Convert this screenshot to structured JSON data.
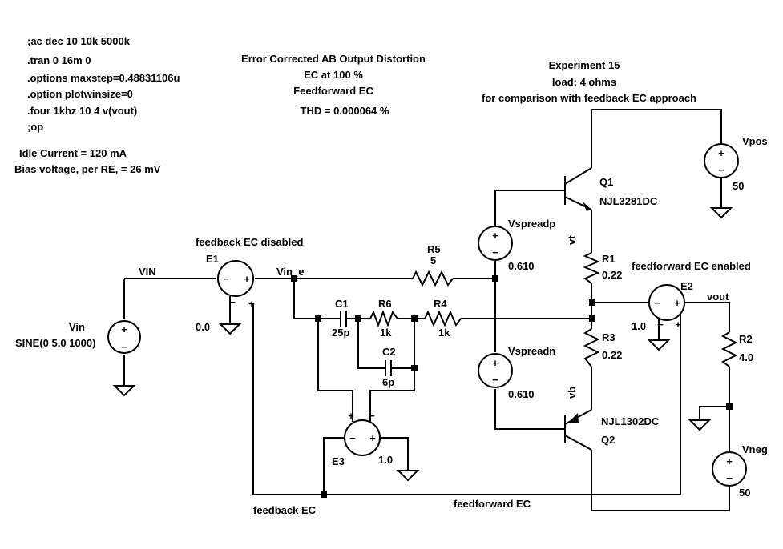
{
  "directives": [
    ";ac dec 10 10k 5000k",
    ".tran 0 16m 0",
    ".options maxstep=0.48831106u",
    ".option plotwinsize=0",
    ".four 1khz 10 4 v(vout)",
    ";op"
  ],
  "idle_current": "Idle Current = 120 mA",
  "bias_voltage": "Bias voltage, per RE, = 26 mV",
  "title": {
    "line1": "Error Corrected AB Output Distortion",
    "line2": "EC at 100 %",
    "line3": "Feedforward EC",
    "thd": "THD = 0.000064 %"
  },
  "experiment": {
    "line1": "Experiment 15",
    "line2": "load: 4 ohms",
    "line3": "for comparison with feedback EC approach"
  },
  "nets": {
    "vin": "VIN",
    "vin_e": "Vin_e",
    "vout": "vout",
    "vt": "vt",
    "vb": "vb"
  },
  "notes": {
    "feedback_disabled": "feedback EC disabled",
    "feedforward_enabled": "feedforward EC enabled",
    "feedback_ec": "feedback EC",
    "feedforward_ec": "feedforward EC"
  },
  "components": {
    "vin": {
      "name": "Vin",
      "value": "SINE(0 5.0 1000)"
    },
    "e1": {
      "name": "E1",
      "value": "0.0"
    },
    "e2": {
      "name": "E2",
      "value": "1.0"
    },
    "e3": {
      "name": "E3",
      "value": "1.0"
    },
    "r5": {
      "name": "R5",
      "value": "5"
    },
    "r6": {
      "name": "R6",
      "value": "1k"
    },
    "r4": {
      "name": "R4",
      "value": "1k"
    },
    "r1": {
      "name": "R1",
      "value": "0.22"
    },
    "r3": {
      "name": "R3",
      "value": "0.22"
    },
    "r2": {
      "name": "R2",
      "value": "4.0"
    },
    "c1": {
      "name": "C1",
      "value": "25p"
    },
    "c2": {
      "name": "C2",
      "value": "6p"
    },
    "q1": {
      "name": "Q1",
      "model": "NJL3281DC"
    },
    "q2": {
      "name": "Q2",
      "model": "NJL1302DC"
    },
    "vspreadp": {
      "name": "Vspreadp",
      "value": "0.610"
    },
    "vspreadn": {
      "name": "Vspreadn",
      "value": "0.610"
    },
    "vpos": {
      "name": "Vpos",
      "value": "50"
    },
    "vneg": {
      "name": "Vneg",
      "value": "50"
    }
  },
  "polarity": {
    "plus": "+",
    "minus": "−"
  }
}
